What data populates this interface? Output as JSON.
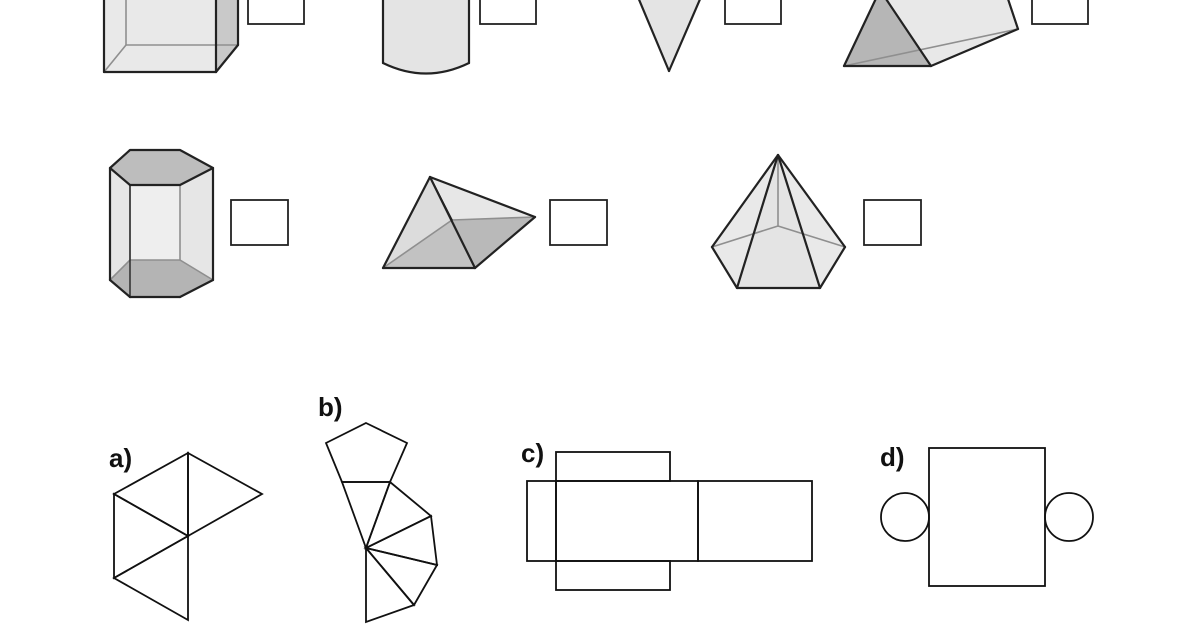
{
  "net_labels": {
    "a": "a)",
    "b": "b)",
    "c": "c)",
    "d": "d)"
  },
  "colors": {
    "face_light": "#e8e8e8",
    "face_mid": "#cfcfcf",
    "face_dark": "#b4b4b4",
    "edge": "#222222",
    "hidden_edge": "#8f8f8f"
  },
  "answer_boxes": {
    "cube": "",
    "cylinder": "",
    "cone": "",
    "triangular_prism": "",
    "hexagonal_prism": "",
    "square_pyramid": "",
    "pentagonal_pyramid": ""
  }
}
